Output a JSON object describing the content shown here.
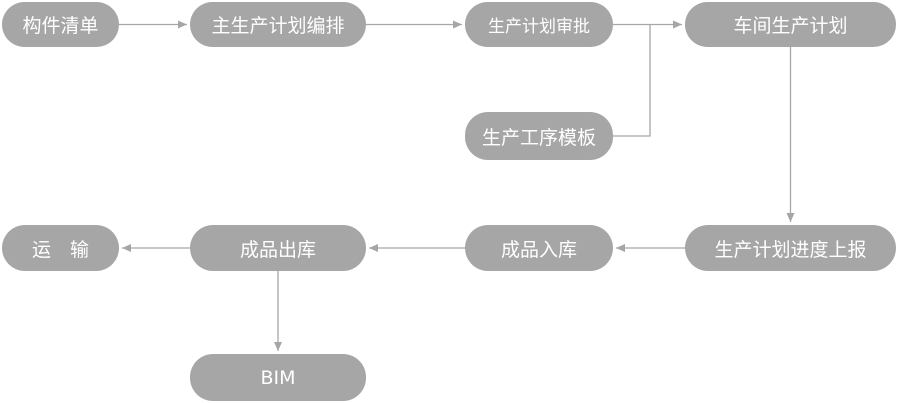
{
  "nodes": {
    "parts_list": "构件清单",
    "master_plan": "主生产计划编排",
    "plan_approval": "生产计划审批",
    "workshop_plan": "车间生产计划",
    "process_template": "生产工序模板",
    "transport": "运　输",
    "finished_out": "成品出库",
    "finished_in": "成品入库",
    "progress_report": "生产计划进度上报",
    "bim": "BIM"
  },
  "style": {
    "node_fill": "#a6a6a6",
    "node_text": "#ffffff",
    "connector": "#a6a6a6"
  }
}
